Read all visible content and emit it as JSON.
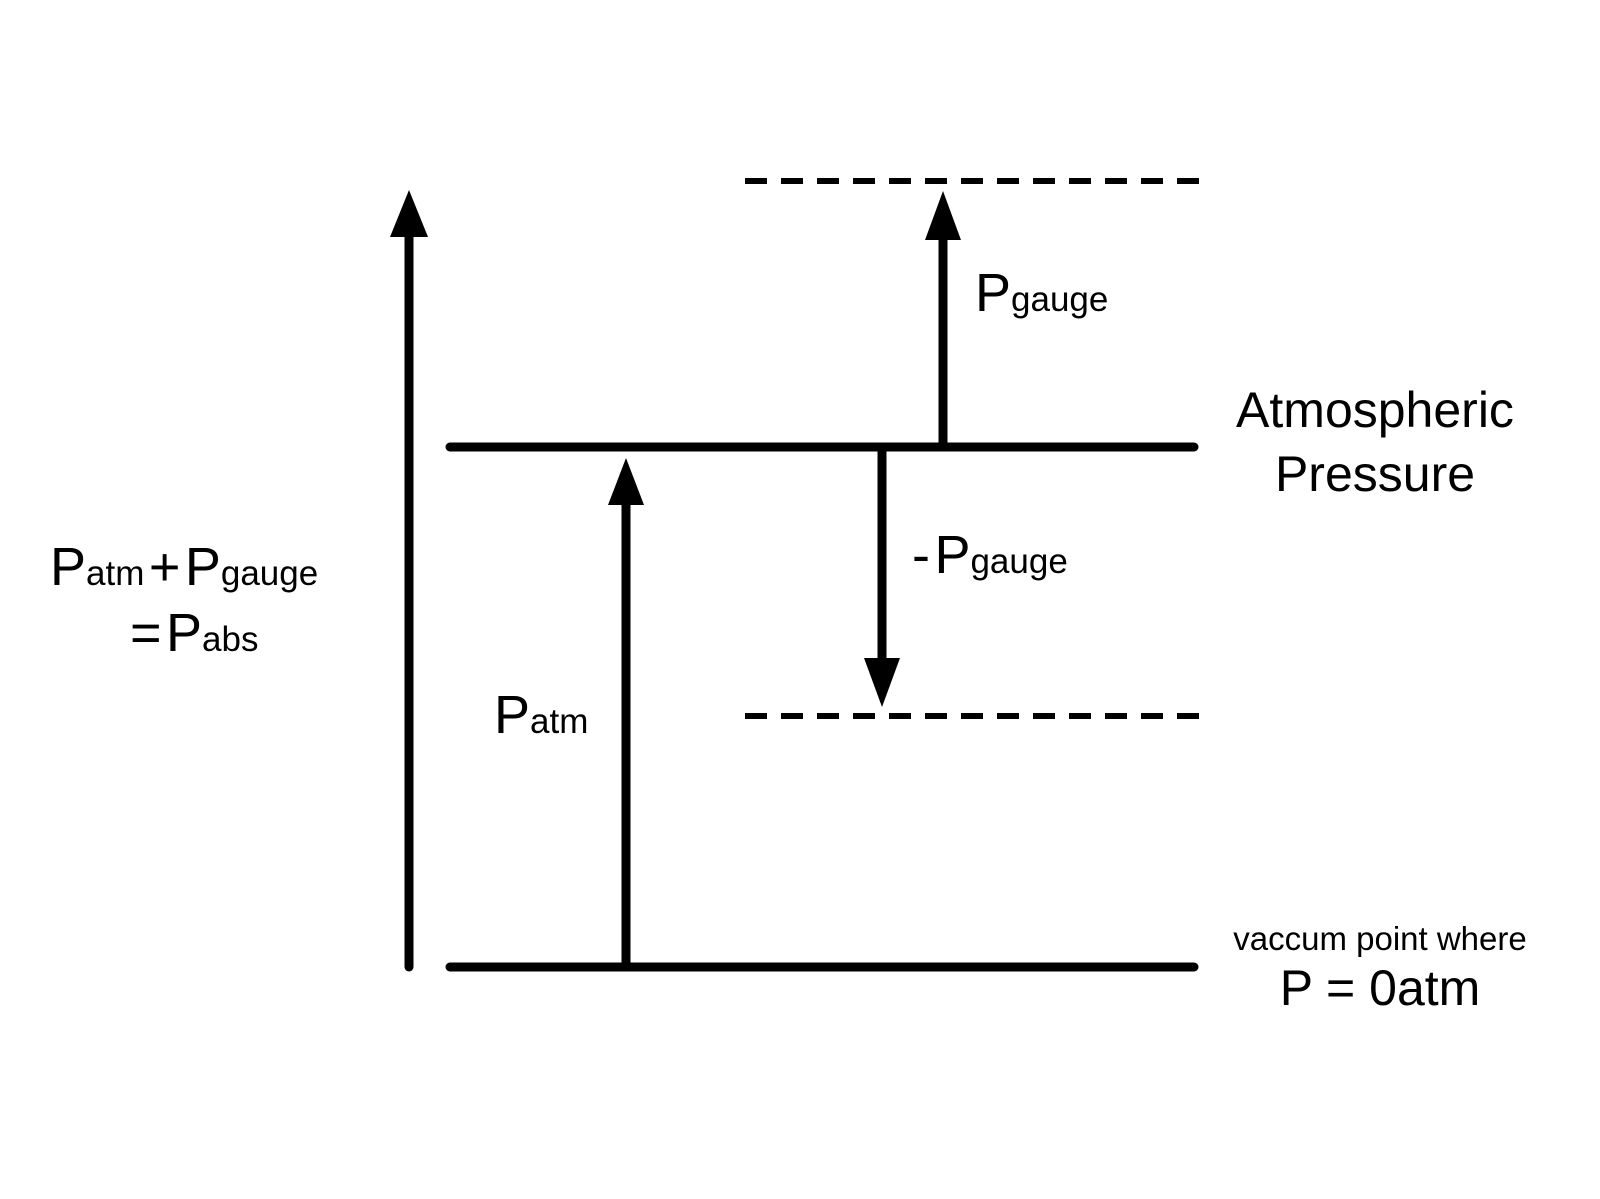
{
  "colors": {
    "line": "#000000",
    "background": "#ffffff"
  },
  "labels": {
    "p_gauge_up": {
      "symbol": "P",
      "subscript": "gauge"
    },
    "atmospheric_line1": "Atmospheric",
    "atmospheric_line2": "Pressure",
    "minus": "-",
    "p_gauge_down": {
      "symbol": "P",
      "subscript": "gauge"
    },
    "p_atm": {
      "symbol": "P",
      "subscript": "atm"
    },
    "left_formula": {
      "p1_symbol": "P",
      "p1_sub": "atm",
      "plus": "+",
      "p2_symbol": "P",
      "p2_sub": "gauge",
      "equals": "=",
      "p3_symbol": "P",
      "p3_sub": "abs"
    },
    "vacuum_line1": "vaccum point where",
    "vacuum_line2": "P = 0atm"
  }
}
